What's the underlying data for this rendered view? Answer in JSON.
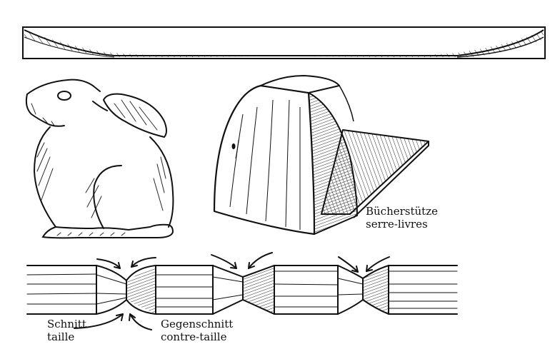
{
  "figure": {
    "description": "Woodcarving illustration: hollow strip, carved rabbit, bookend, and cut/counter-cut notches on a stick",
    "ink_color": "#111111",
    "background": "#ffffff"
  },
  "items": {
    "strip": {
      "name": "hollowed-strip"
    },
    "rabbit": {
      "name": "carved-rabbit"
    },
    "bookend": {
      "label_de": "Bücherstütze",
      "label_fr": "serre-livres"
    },
    "stick": {
      "notches": 3,
      "cut_label_de": "Schnitt",
      "cut_label_fr": "taille",
      "counter_label_de": "Gegenschnitt",
      "counter_label_fr": "contre-taille"
    }
  }
}
